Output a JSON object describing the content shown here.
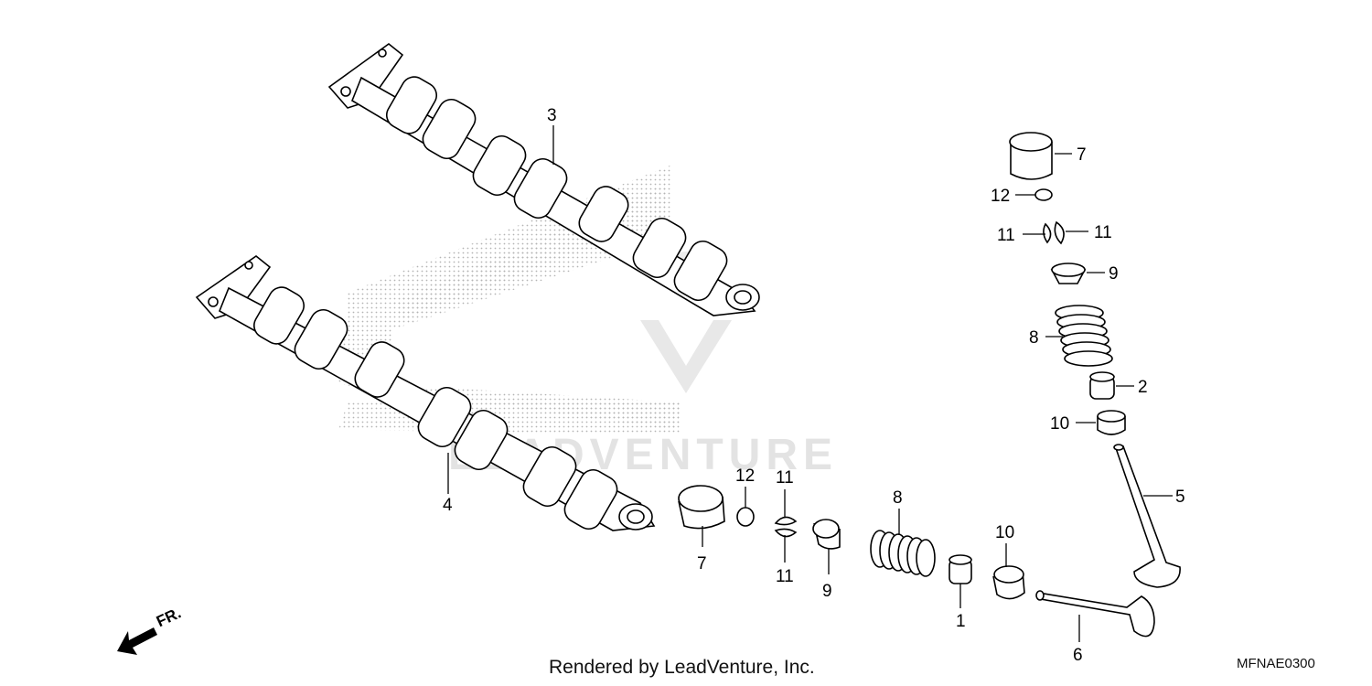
{
  "diagram": {
    "footer_text": "Rendered by LeadVenture, Inc.",
    "diagram_code": "MFNAE0300",
    "front_label": "FR.",
    "watermark_text": "LEADVENTURE",
    "callouts": {
      "c1": "1",
      "c2": "2",
      "c3": "3",
      "c4": "4",
      "c5": "5",
      "c6": "6",
      "c7a": "7",
      "c7b": "7",
      "c8a": "8",
      "c8b": "8",
      "c9a": "9",
      "c9b": "9",
      "c10a": "10",
      "c10b": "10",
      "c11a": "11",
      "c11b": "11",
      "c11c": "11",
      "c11d": "11",
      "c12a": "12",
      "c12b": "12"
    }
  }
}
